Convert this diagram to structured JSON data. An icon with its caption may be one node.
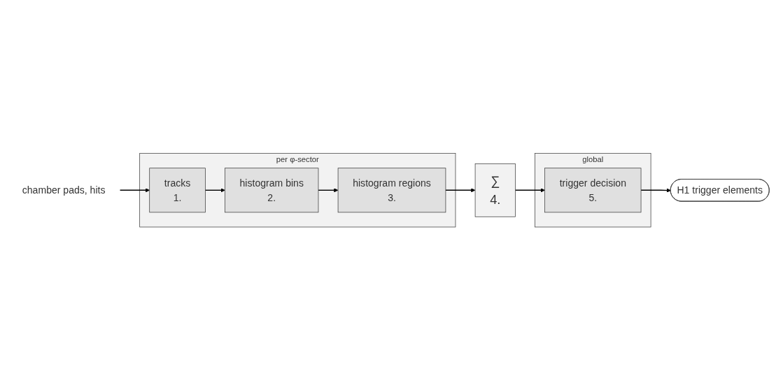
{
  "diagram": {
    "nodes": [
      {
        "text": [
          "chamber pads, hits"
        ]
      },
      {
        "text": [
          "per φ-sector"
        ]
      },
      {
        "text": [
          "tracks",
          "1."
        ],
        "in": 1
      },
      {
        "text": [
          "histogram bins",
          "2."
        ],
        "in": 1
      },
      {
        "text": [
          "histogram regions",
          "3."
        ],
        "in": 1
      },
      {
        "text": [
          "∑",
          "4."
        ]
      },
      {
        "text": [
          "global"
        ]
      },
      {
        "text": [
          "trigger decision",
          "5."
        ],
        "in": 6
      },
      {
        "text": [
          "H1 trigger elements"
        ]
      }
    ],
    "edges": [
      {
        "from": 0,
        "to": 2,
        "arrow": "to"
      },
      {
        "from": 2,
        "to": 3,
        "arrow": "to"
      },
      {
        "from": 3,
        "to": 4,
        "arrow": "to"
      },
      {
        "from": 4,
        "to": 5,
        "arrow": "to"
      },
      {
        "from": 5,
        "to": 7,
        "arrow": "to"
      },
      {
        "from": 7,
        "to": 8,
        "arrow": "to"
      }
    ]
  }
}
